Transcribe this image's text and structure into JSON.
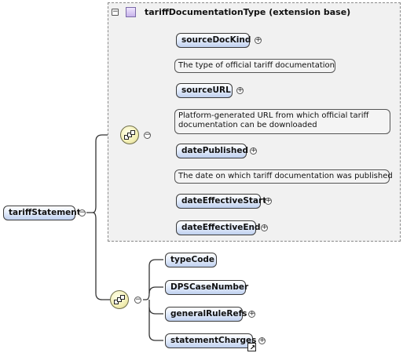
{
  "extension": {
    "title": "tariffDocumentationType (extension base)",
    "collapse_symbol": "−"
  },
  "root": {
    "label": "tariffStatement",
    "collapse_symbol": "−"
  },
  "sequence_upper": {
    "collapse_symbol": "−"
  },
  "sequence_lower": {
    "collapse_symbol": "−"
  },
  "upper_elements": [
    {
      "label": "sourceDocKind",
      "expand_symbol": "+",
      "doc": "The type of official tariff documentation"
    },
    {
      "label": "sourceURL",
      "expand_symbol": "+",
      "doc": "Platform-generated URL from which official tariff documentation can be downloaded"
    },
    {
      "label": "datePublished",
      "expand_symbol": "+",
      "doc": "The date on which tariff documentation was published"
    },
    {
      "label": "dateEffectiveStart",
      "expand_symbol": "+"
    },
    {
      "label": "dateEffectiveEnd",
      "expand_symbol": "+"
    }
  ],
  "lower_elements": [
    {
      "label": "typeCode"
    },
    {
      "label": "DPSCaseNumber"
    },
    {
      "label": "generalRuleRefs",
      "expand_symbol": "+"
    },
    {
      "label": "statementCharges",
      "expand_symbol": "+",
      "is_reference": true
    }
  ],
  "colors": {
    "element_fill_top": "#ffffff",
    "element_fill_bottom": "#bfd0ef",
    "extension_background": "#f1f1f1",
    "sequence_fill": "#f3efb5"
  },
  "icons": {
    "type": "complex-type-icon",
    "sequence": "sequence-compositor-icon",
    "reference": "reference-arrow-icon"
  }
}
